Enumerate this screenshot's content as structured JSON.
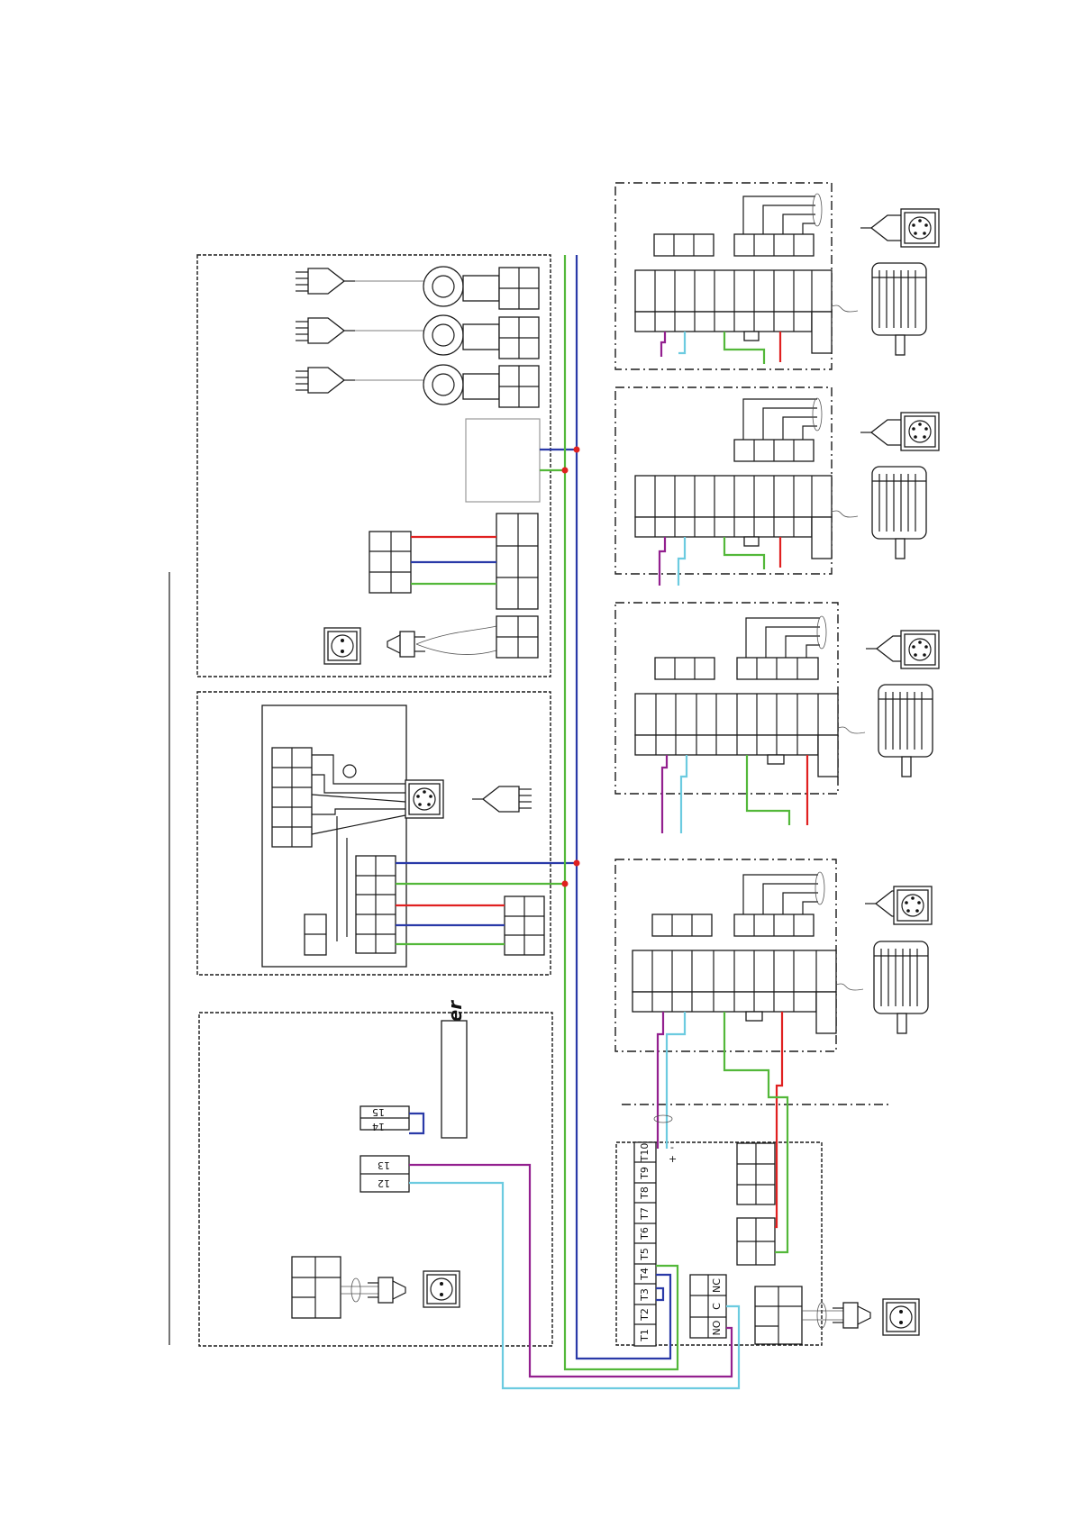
{
  "jumper_note": "Place jumper",
  "sensor_terminals": [
    "12",
    "13",
    "14",
    "15"
  ],
  "controller_terminals": [
    "T1",
    "T2",
    "T3",
    "T4",
    "T5",
    "T6",
    "T7",
    "T8",
    "T9",
    "T10"
  ],
  "relay_terminals": [
    "NO",
    "C",
    "NC"
  ],
  "polarity_marks": [
    "-",
    "+"
  ],
  "wire_colors": {
    "blue": "#2a3aa8",
    "green": "#53b83a",
    "red": "#e02020",
    "purple": "#93208f",
    "cyan": "#6ccbe0"
  }
}
